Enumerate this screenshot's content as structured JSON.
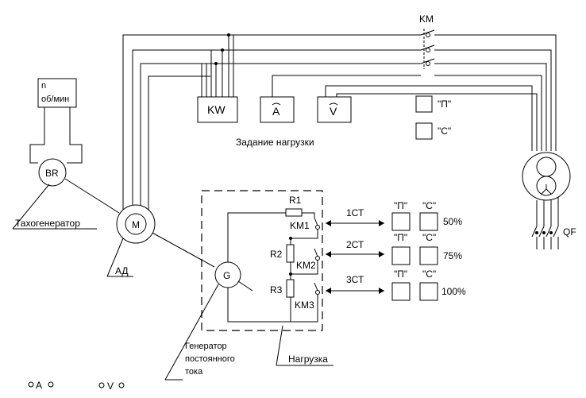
{
  "labels": {
    "tachometer_unit_line1": "n",
    "tachometer_unit_line2": "об/мин",
    "br": "BR",
    "tachogenerator": "Тахогенератор",
    "motor": "M",
    "motor_caption": "АД",
    "generator": "G",
    "generator_caption_line1": "Генератор",
    "generator_caption_line2": "постоянного",
    "generator_caption_line3": "тока",
    "load_caption": "Нагрузка",
    "load_task": "Задание нагрузки",
    "km": "KM",
    "qf": "QF",
    "kw_meter": "KW",
    "ammeter": "A",
    "voltmeter": "V",
    "r1": "R1",
    "r2": "R2",
    "r3": "R3",
    "km1": "KM1",
    "km2": "KM2",
    "km3": "KM3",
    "step1": "1СТ",
    "step2": "2СТ",
    "step3": "3СТ",
    "p_label": "\"П\"",
    "s_label": "\"С\"",
    "pct1": "50%",
    "pct2": "75%",
    "pct3": "100%",
    "bottom_a": "A",
    "bottom_v": "V"
  }
}
